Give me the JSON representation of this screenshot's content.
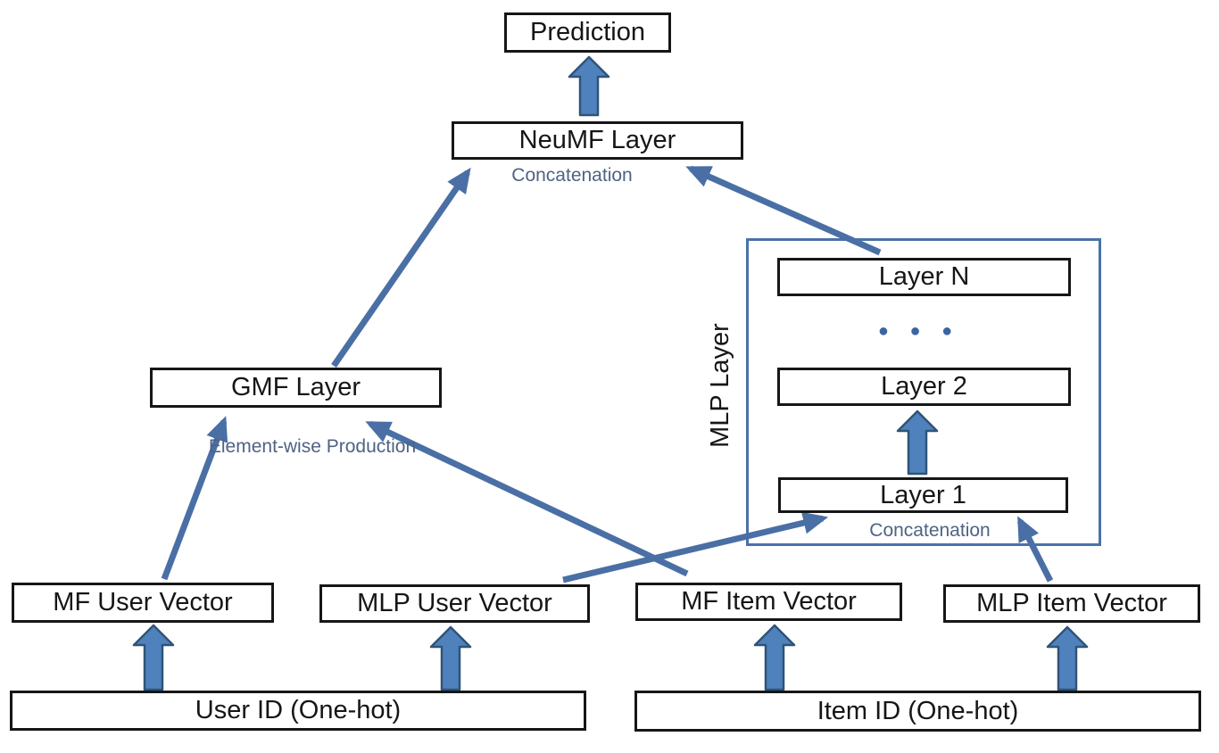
{
  "diagram": {
    "nodes": {
      "prediction": {
        "label": "Prediction"
      },
      "neumf": {
        "label": "NeuMF Layer",
        "sublabel": "Concatenation"
      },
      "gmf": {
        "label": "GMF Layer",
        "sublabel": "Element-wise Production"
      },
      "mlp_group": {
        "label": "MLP Layer"
      },
      "layer_n": {
        "label": "Layer N"
      },
      "layer_2": {
        "label": "Layer 2"
      },
      "layer_1": {
        "label": "Layer 1",
        "sublabel": "Concatenation"
      },
      "mf_user": {
        "label": "MF User Vector"
      },
      "mlp_user": {
        "label": "MLP User Vector"
      },
      "mf_item": {
        "label": "MF Item Vector"
      },
      "mlp_item": {
        "label": "MLP Item Vector"
      },
      "user_id": {
        "label": "User ID (One-hot)"
      },
      "item_id": {
        "label": "Item ID (One-hot)"
      }
    },
    "ellipsis": "● ● ●",
    "edges": [
      {
        "from": "neumf",
        "to": "prediction",
        "type": "block-arrow"
      },
      {
        "from": "layer_1",
        "to": "layer_2",
        "type": "block-arrow"
      },
      {
        "from": "user_id",
        "to": "mf_user",
        "type": "block-arrow"
      },
      {
        "from": "user_id",
        "to": "mlp_user",
        "type": "block-arrow"
      },
      {
        "from": "item_id",
        "to": "mf_item",
        "type": "block-arrow"
      },
      {
        "from": "item_id",
        "to": "mlp_item",
        "type": "block-arrow"
      },
      {
        "from": "gmf",
        "to": "neumf",
        "type": "line-arrow"
      },
      {
        "from": "layer_n",
        "to": "neumf",
        "type": "line-arrow"
      },
      {
        "from": "mf_user",
        "to": "gmf",
        "type": "line-arrow"
      },
      {
        "from": "mf_item",
        "to": "gmf",
        "type": "line-arrow"
      },
      {
        "from": "mlp_user",
        "to": "layer_1",
        "type": "line-arrow"
      },
      {
        "from": "mlp_item",
        "to": "layer_1",
        "type": "line-arrow"
      }
    ],
    "colors": {
      "arrow_fill": "#4f81bd",
      "arrow_stroke": "#2f5478",
      "line": "#4a6fa5",
      "group_border": "#4a72a8",
      "box_border": "#161616",
      "label_text": "#4e6384",
      "dots": "#3b64a4"
    }
  }
}
